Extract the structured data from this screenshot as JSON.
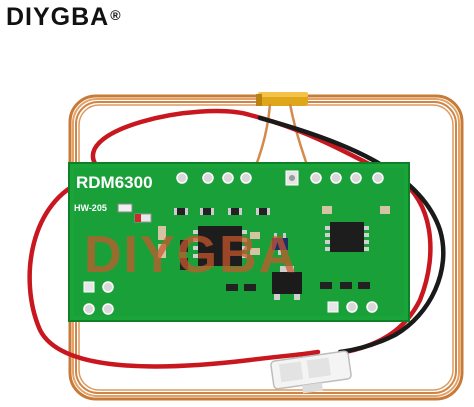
{
  "brand": {
    "name": "DIYGBA",
    "mark": "®"
  },
  "board": {
    "model": "RDM6300",
    "revision": "HW-205"
  },
  "watermark": {
    "text": "DIYGBA"
  },
  "colors": {
    "pcb": "#1aa53a",
    "pcb_edge": "#0f7f28",
    "coil": "#d38a4a",
    "wire_red": "#c8171f",
    "wire_black": "#1a1a1a",
    "tape": "#e0a61a",
    "watermark": "#c9582c"
  },
  "icons": [
    "antenna-coil",
    "connector-plug"
  ]
}
